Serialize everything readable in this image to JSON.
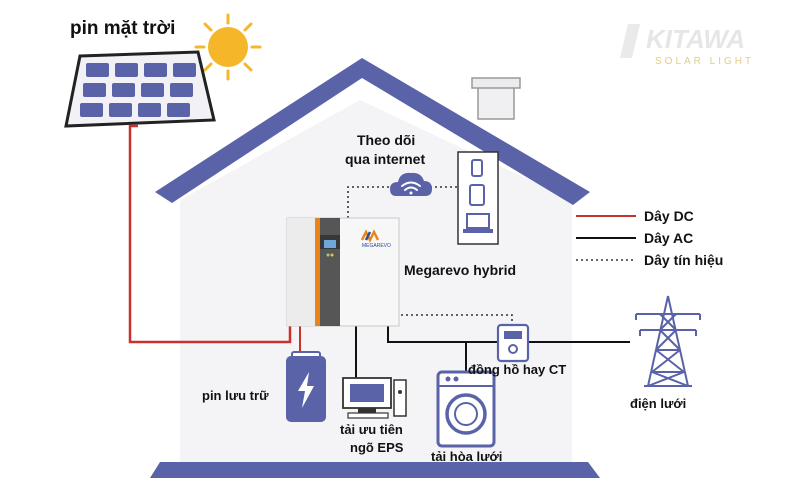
{
  "labels": {
    "solar_panel": "pin mặt trời",
    "monitor": [
      "Theo dõi",
      "qua internet"
    ],
    "inverter": "Megarevo hybrid",
    "battery": "pin lưu trữ",
    "eps_load": [
      "tải ưu tiên",
      "ngõ EPS"
    ],
    "meter": "đồng hồ hay CT",
    "grid_load": "tải hòa lưới",
    "grid": "điện lưới"
  },
  "legend": [
    {
      "label": "Dây DC",
      "color": "#c8322c",
      "style": "solid"
    },
    {
      "label": "Dây AC",
      "color": "#111111",
      "style": "solid"
    },
    {
      "label": "Dây tín hiệu",
      "color": "#333333",
      "style": "dotted"
    }
  ],
  "logo": {
    "brand": "KITAWA",
    "tagline": "SOLAR LIGHT"
  },
  "inverter_brand": "MEGAREVO",
  "colors": {
    "roof": "#5a63a8",
    "house_wall": "#f4f4f6",
    "panel_cell": "#5a63a8",
    "dc_wire": "#c8322c",
    "ac_wire": "#111111",
    "sun": "#f5b62a",
    "inverter_accent": "#e8841a"
  }
}
